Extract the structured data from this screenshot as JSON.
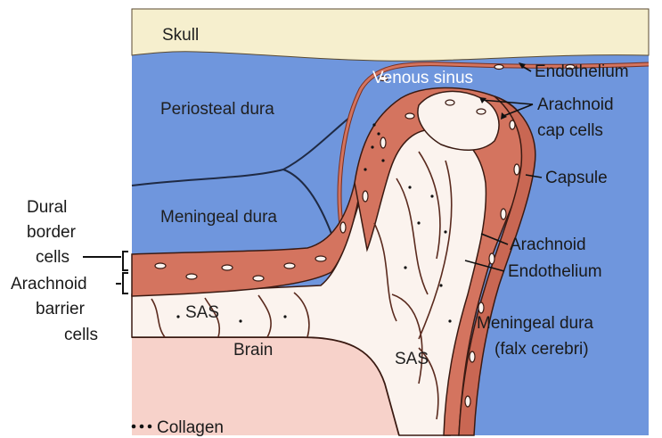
{
  "colors": {
    "skull": "#f6efce",
    "dura": "#6f96dd",
    "arachnoid_tissue": "#d4745f",
    "tissue_outline": "#3a1a12",
    "sas": "#fbf3ee",
    "brain": "#f7d2ca",
    "label_text": "#1a1a1a"
  },
  "regions": {
    "skull": "Skull",
    "periosteal_dura": "Periosteal dura",
    "venous_sinus": "Venous sinus",
    "meningeal_dura": "Meningeal dura",
    "sas_left": "SAS",
    "sas_right": "SAS",
    "brain": "Brain",
    "meningeal_dura_falx_line1": "Meningeal dura",
    "meningeal_dura_falx_line2": "(falx cerebri)"
  },
  "callouts": {
    "endothelium_top": "Endothelium",
    "arachnoid_cap_line1": "Arachnoid",
    "arachnoid_cap_line2": "cap cells",
    "capsule": "Capsule",
    "arachnoid": "Arachnoid",
    "endothelium_bottom": "Endothelium"
  },
  "left_labels": {
    "dural_border_line1": "Dural",
    "dural_border_line2": "border",
    "dural_border_line3": "cells",
    "arachnoid_barrier_line1": "Arachnoid",
    "arachnoid_barrier_line2": "barrier",
    "arachnoid_barrier_line3": "cells"
  },
  "legend": {
    "collagen": "Collagen"
  }
}
